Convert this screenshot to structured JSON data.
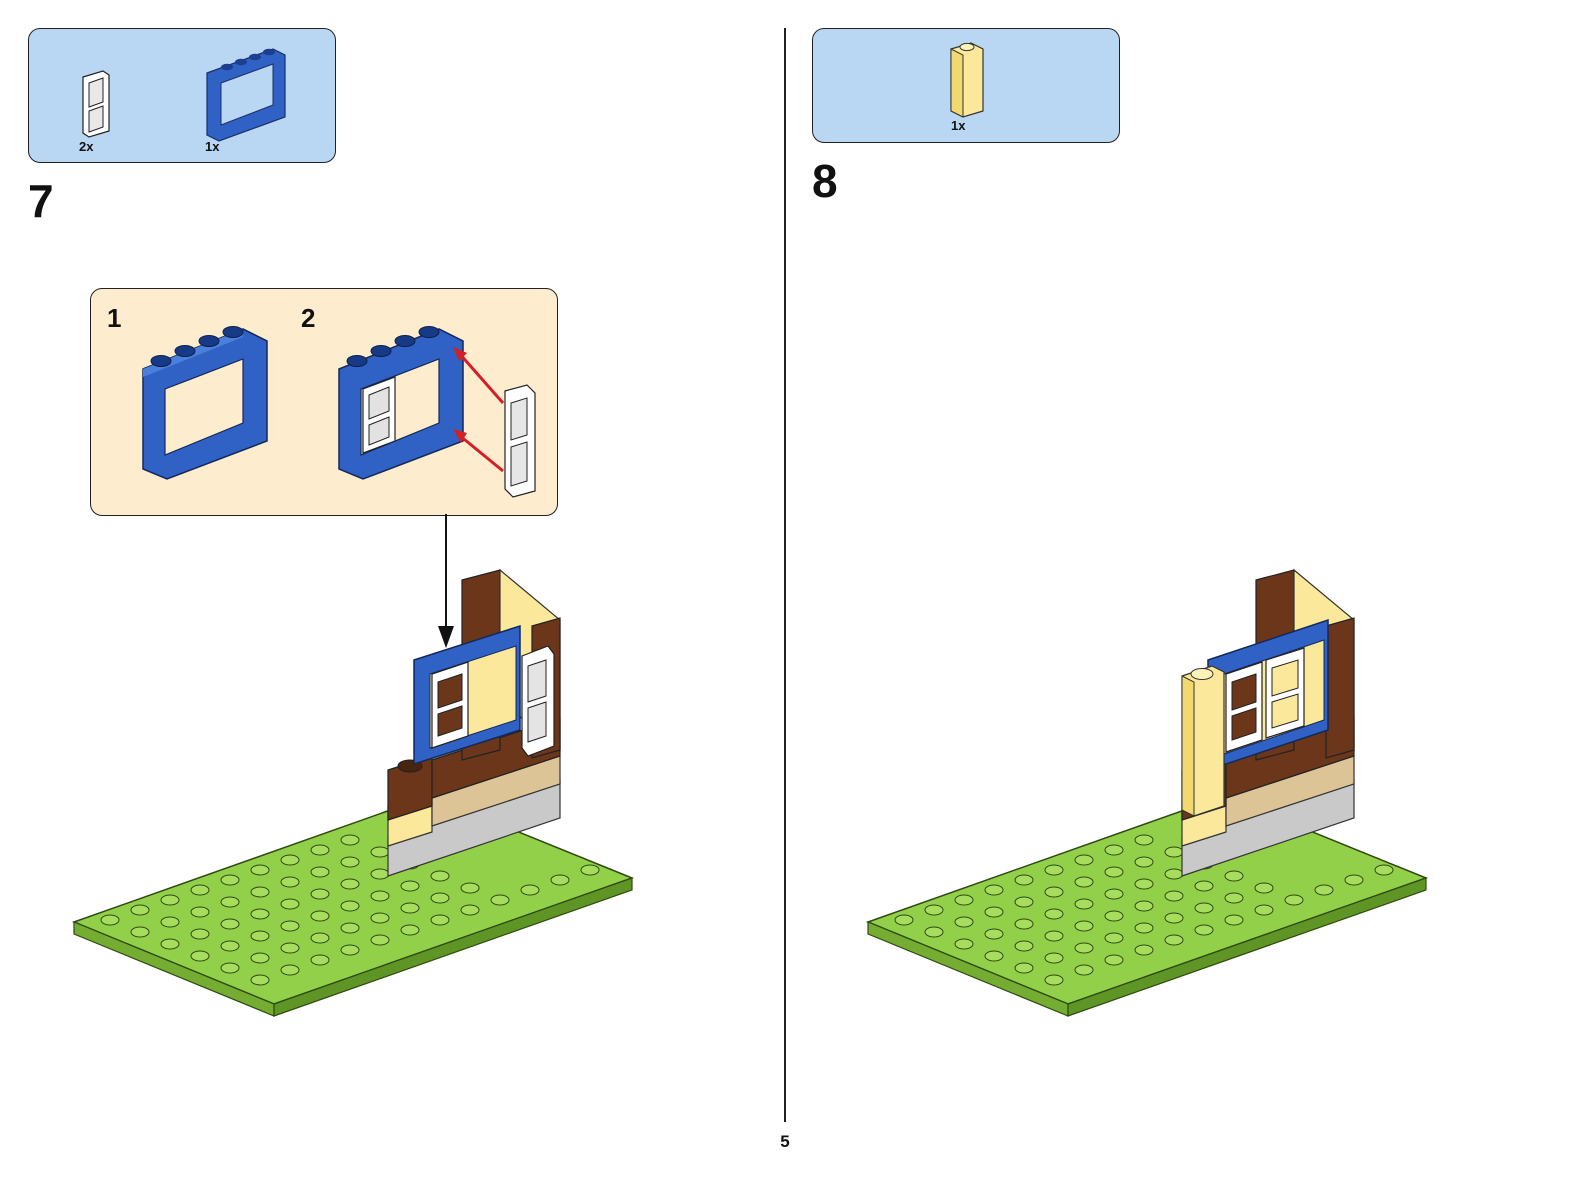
{
  "page": {
    "number": "5"
  },
  "steps": [
    {
      "number": "7",
      "parts": [
        {
          "name": "window-shutter",
          "qty": "2x",
          "color": "#ffffff"
        },
        {
          "name": "window-frame",
          "qty": "1x",
          "color": "#2f62c4"
        }
      ],
      "substeps": [
        {
          "number": "1"
        },
        {
          "number": "2"
        }
      ]
    },
    {
      "number": "8",
      "parts": [
        {
          "name": "tall-brick",
          "qty": "1x",
          "color": "#fbe89a"
        }
      ]
    }
  ],
  "colors": {
    "parts_panel": "#b9d7f2",
    "substep_panel": "#fdeccd",
    "baseplate_green": "#93d04a",
    "frame_blue": "#2f62c4",
    "brick_brown": "#6b3619",
    "brick_yellow": "#fbe89a",
    "brick_tan": "#dcc496",
    "brick_gray": "#c9c9c9",
    "arrow_red": "#d31f26"
  }
}
